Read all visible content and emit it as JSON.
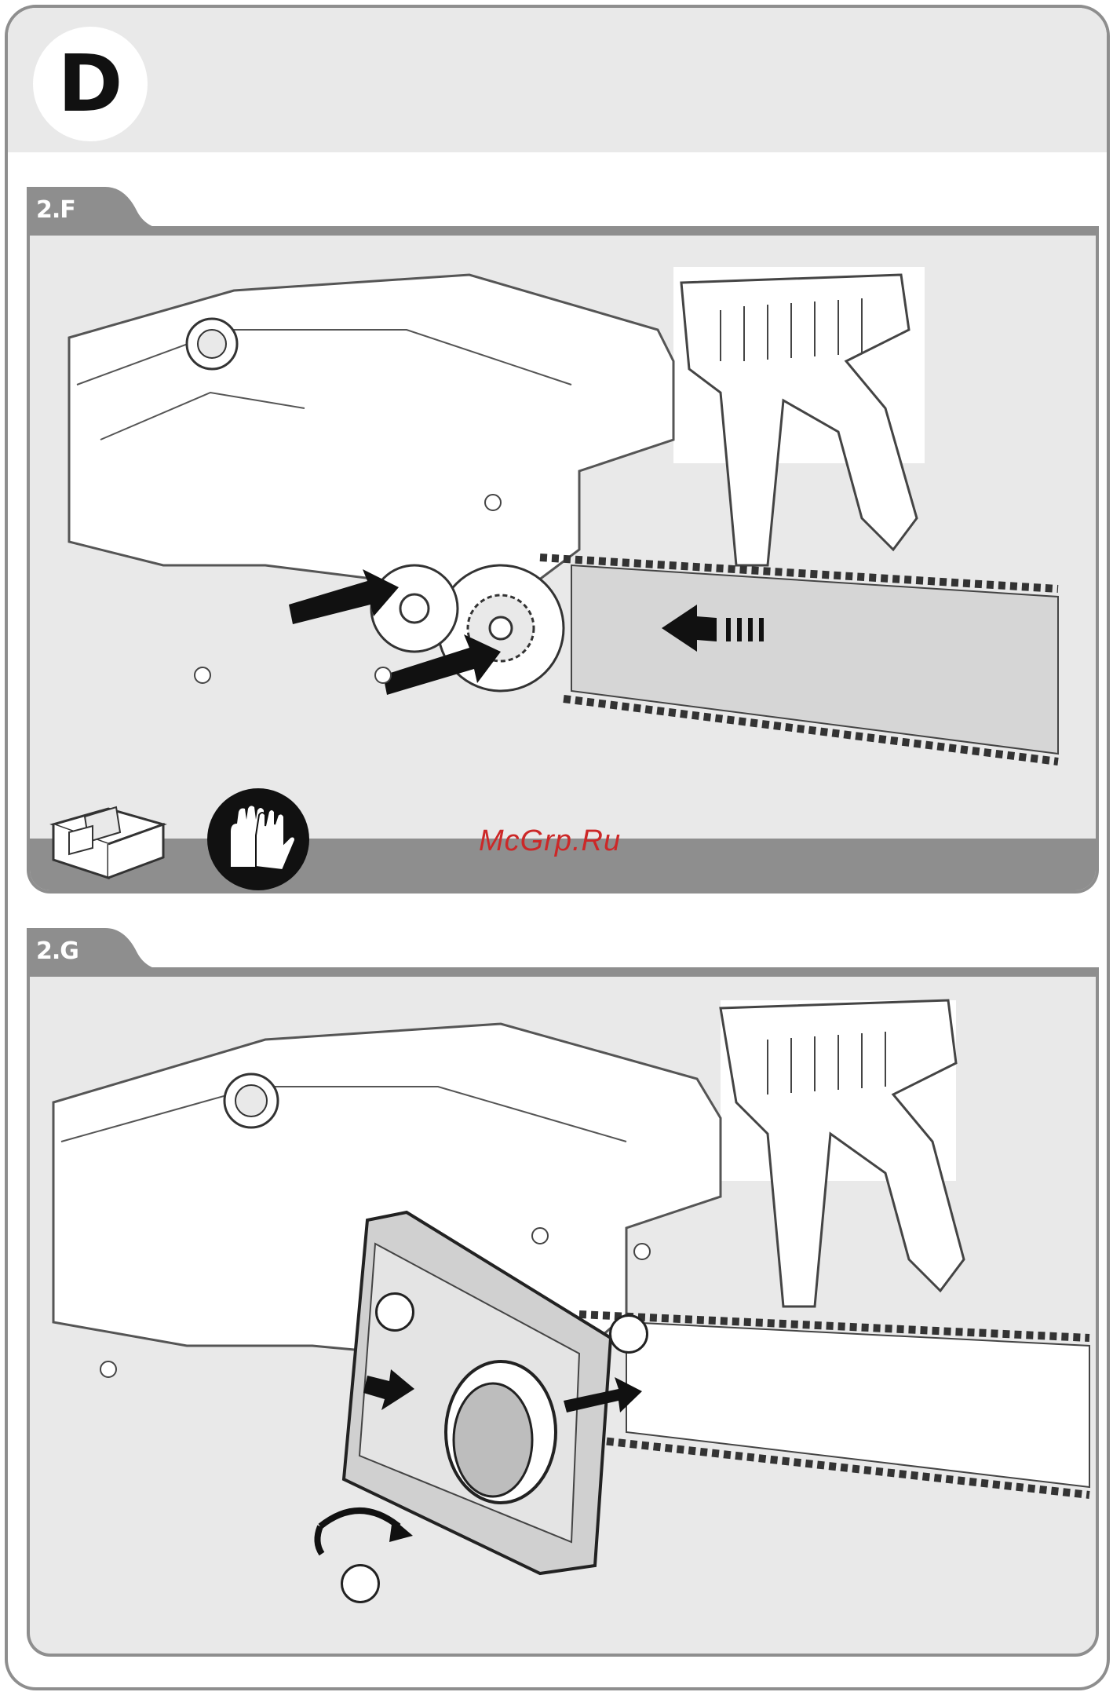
{
  "section": {
    "letter": "D"
  },
  "steps": [
    {
      "label": "2.F"
    },
    {
      "label": "2.G"
    }
  ],
  "watermark": "McGrp.Ru",
  "icons": {
    "workbench": "workbench-icon",
    "gloves": "gloves-icon"
  },
  "colors": {
    "frame_gray": "#8e8e8e",
    "panel_gray": "#e9e9e9",
    "watermark_red": "#cc2828"
  }
}
